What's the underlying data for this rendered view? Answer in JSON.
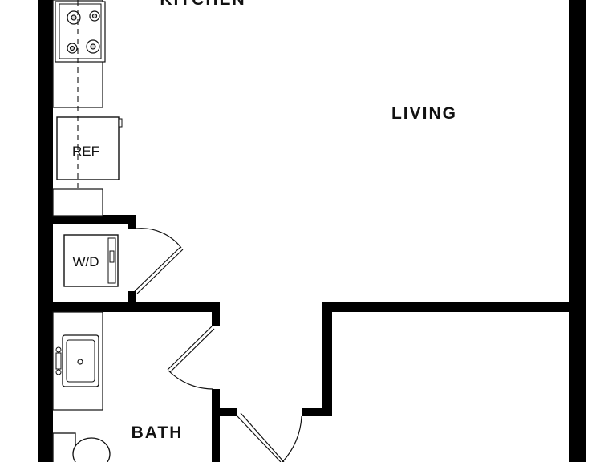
{
  "floor_plan": {
    "rooms": {
      "kitchen": "KITCHEN",
      "living": "LIVING",
      "bath": "BATH"
    },
    "fixtures": {
      "refrigerator": "REF",
      "washer_dryer": "W/D"
    }
  }
}
